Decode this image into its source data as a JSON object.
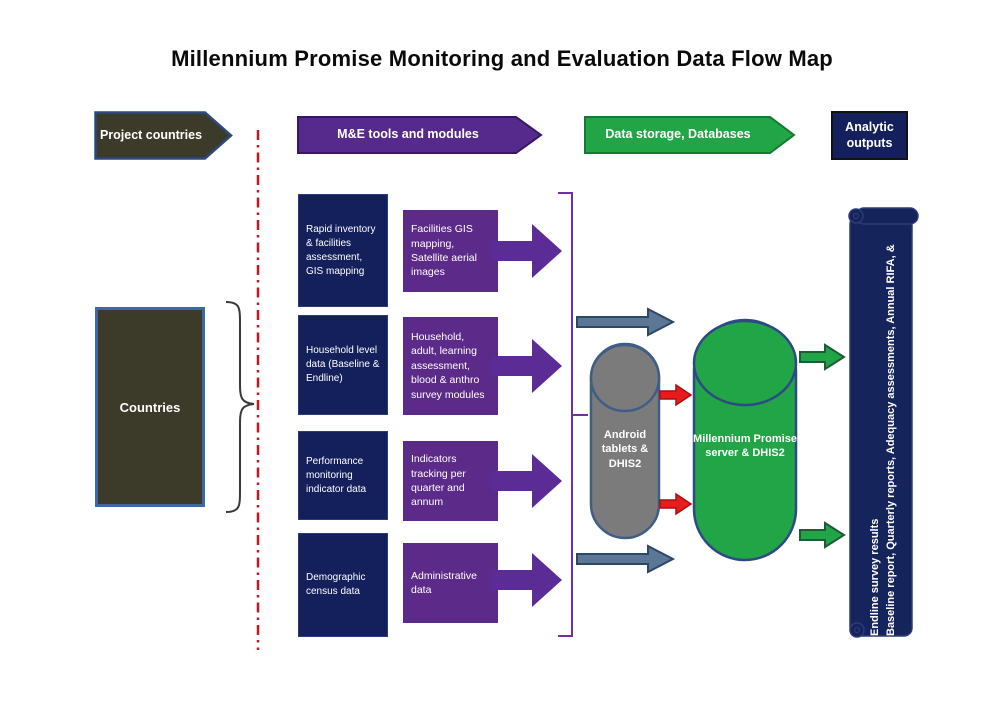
{
  "title": "Millennium Promise Monitoring and Evaluation Data Flow Map",
  "headers": {
    "project_countries": "Project countries",
    "tools": "M&E tools and modules",
    "storage": "Data storage, Databases",
    "analytic": "Analytic outputs"
  },
  "countries": "Countries",
  "sources": [
    "Rapid inventory & facilities assessment, GIS mapping",
    "Household level data  (Baseline & Endline)",
    "Performance monitoring indicator data",
    "Demographic census data"
  ],
  "modules": [
    "Facilities GIS mapping, Satellite aerial images",
    "Household, adult, learning assessment, blood & anthro survey modules",
    "Indicators tracking per quarter and annum",
    "Administrative data"
  ],
  "devices_cylinder": "Android tablets & DHIS2",
  "server_cylinder": "Millennium Promise server & DHIS2",
  "outputs_scroll_lines": [
    "Baseline report, Quarterly reports, Adequacy assessments, Annual RIFA, &",
    "Endline survey results"
  ],
  "colors": {
    "olive": "#3c3a28",
    "navy": "#13205c",
    "purple_header": "#552a8c",
    "purple_box": "#5c2b8a",
    "purple_arrow": "#5b2b96",
    "green": "#22a546",
    "gray_cylinder": "#7b7b7b",
    "slate_arrow": "#5b7795",
    "red_arrow": "#e81b1c",
    "scroll_navy": "#16245c",
    "bracket_purple": "#7030a0",
    "divider_red": "#c81420"
  }
}
